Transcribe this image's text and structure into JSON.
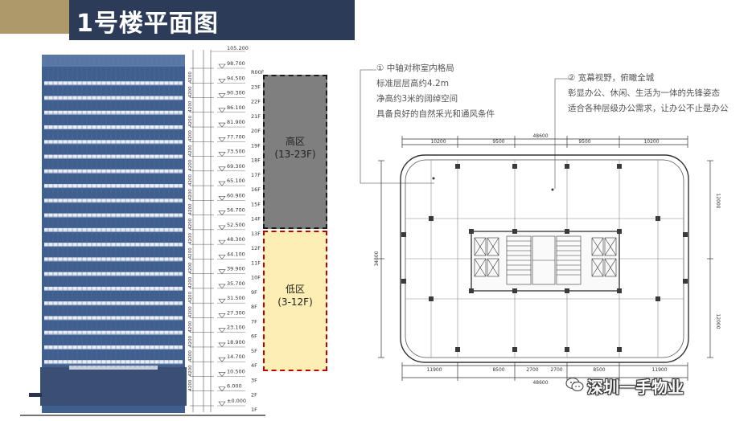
{
  "page": {
    "title": "1号楼平面图"
  },
  "elevation": {
    "top_level": "105.200",
    "levels": [
      {
        "elev": "98.700",
        "floor": "R00F"
      },
      {
        "elev": "94.500",
        "floor": "23F"
      },
      {
        "elev": "90.300",
        "floor": "22F"
      },
      {
        "elev": "86.100",
        "floor": "21F"
      },
      {
        "elev": "81.900",
        "floor": "20F"
      },
      {
        "elev": "77.700",
        "floor": "19F"
      },
      {
        "elev": "73.500",
        "floor": "18F"
      },
      {
        "elev": "69.300",
        "floor": "17F"
      },
      {
        "elev": "65.100",
        "floor": "16F"
      },
      {
        "elev": "60.900",
        "floor": "15F"
      },
      {
        "elev": "56.700",
        "floor": "14F"
      },
      {
        "elev": "52.500",
        "floor": "13F"
      },
      {
        "elev": "48.300",
        "floor": "12F"
      },
      {
        "elev": "44.100",
        "floor": "11F"
      },
      {
        "elev": "39.900",
        "floor": "10F"
      },
      {
        "elev": "35.700",
        "floor": "9F"
      },
      {
        "elev": "31.500",
        "floor": "8F"
      },
      {
        "elev": "27.300",
        "floor": "7F"
      },
      {
        "elev": "23.100",
        "floor": "6F"
      },
      {
        "elev": "18.900",
        "floor": "5F"
      },
      {
        "elev": "14.700",
        "floor": "4F"
      },
      {
        "elev": "10.500",
        "floor": "3F"
      },
      {
        "elev": "6.000",
        "floor": "2F"
      },
      {
        "elev": "±0.000",
        "floor": "1F"
      }
    ],
    "dim_label": "4200"
  },
  "zones": {
    "high": {
      "name": "高区",
      "range": "(13-23F)",
      "color": "#7f7f7f"
    },
    "low": {
      "name": "低区",
      "range": "(3-12F)",
      "color": "#fdeeb3"
    }
  },
  "notes": {
    "left": [
      "① 中轴对称室内格局",
      "标准层层高约4.2m",
      "净高约3米的阔绰空间",
      "具备良好的自然采光和通风条件"
    ],
    "right": [
      "② 宽幕视野，俯瞰全城",
      "彰显办公、休闲、生活为一体的先锋姿态",
      "适合各种层级办公需求，让办公不止是办公"
    ]
  },
  "plan": {
    "overall_width": "48600",
    "top_dims": [
      "10200",
      "9500",
      "9500",
      "10200"
    ],
    "bottom_dims": [
      "11900",
      "8500",
      "2700",
      "2700",
      "8500",
      "11900"
    ],
    "bottom_total": "48600",
    "left_total": "34800",
    "right_dims": [
      "12000",
      "12000"
    ]
  },
  "watermark": {
    "text": "深圳一手物业"
  },
  "colors": {
    "gold": "#ad9a6a",
    "navy": "#2b3b58",
    "facade": "#3f5f8f",
    "high_zone": "#7f7f7f",
    "low_zone": "#fdeeb3",
    "zone_border": "#c00000"
  }
}
